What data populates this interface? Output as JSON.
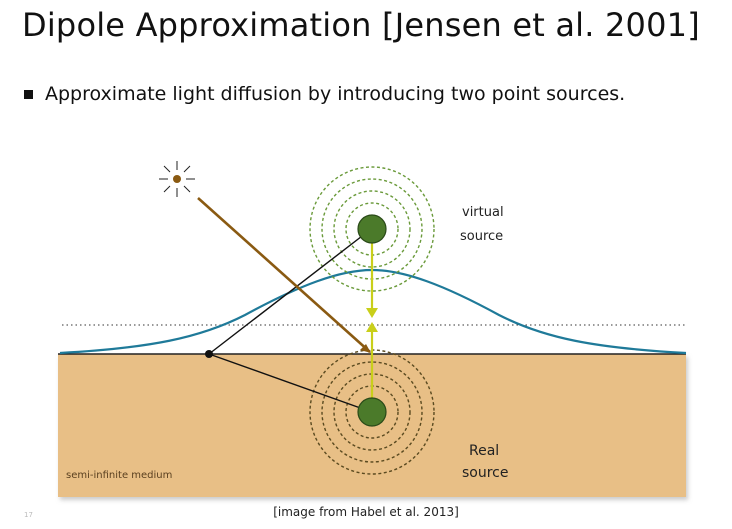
{
  "slide": {
    "title": "Dipole Approximation [Jensen et al. 2001]",
    "bullet": "Approximate light diffusion by introducing two point sources.",
    "caption": "[image from Habel et al. 2013]",
    "slide_number": "17"
  },
  "diagram": {
    "label_virtual_line1": "virtual",
    "label_virtual_line2": "source",
    "label_real_line1": "Real",
    "label_real_line2": "source",
    "label_medium": "semi-infinite medium",
    "colors": {
      "medium": "#e8bf86",
      "source": "#4b7a2a",
      "ring": "#6a9a3a",
      "curve": "#1f7a99",
      "light_ray": "#8a5a12",
      "dipole_axis": "#c9cf1a"
    }
  }
}
